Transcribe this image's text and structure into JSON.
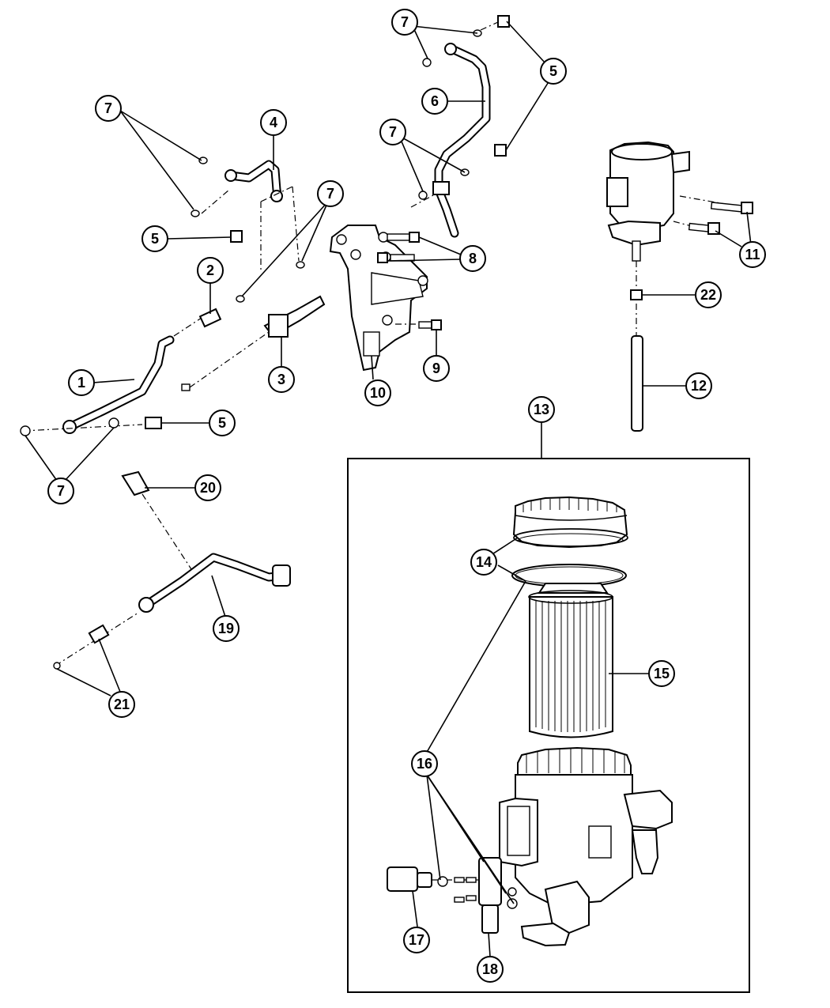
{
  "callouts": {
    "c1": "1",
    "c2": "2",
    "c3": "3",
    "c4": "4",
    "c5a": "5",
    "c5b": "5",
    "c5c": "5",
    "c6": "6",
    "c7a": "7",
    "c7b": "7",
    "c7c": "7",
    "c7d": "7",
    "c7e": "7",
    "c8": "8",
    "c9": "9",
    "c10": "10",
    "c11": "11",
    "c12": "12",
    "c13": "13",
    "c14": "14",
    "c15": "15",
    "c16": "16",
    "c17": "17",
    "c18": "18",
    "c19": "19",
    "c20": "20",
    "c21": "21",
    "c22": "22"
  }
}
